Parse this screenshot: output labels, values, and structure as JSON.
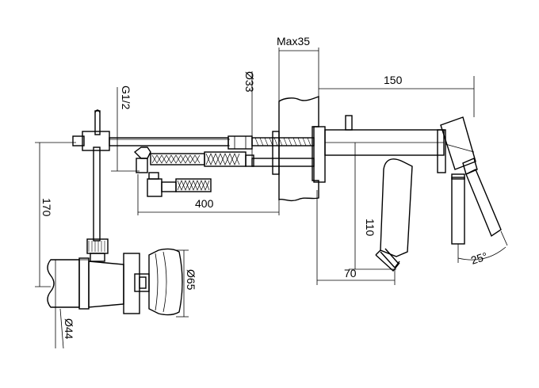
{
  "dimensions": {
    "max_depth": "Max35",
    "pipe_diameter_33": "Ø33",
    "thread": "G1/2",
    "spout_length": "150",
    "height_170": "170",
    "hose_length": "400",
    "spout_height": "110",
    "spout_offset": "70",
    "lever_angle": "25°",
    "valve_diameter": "Ø65",
    "pipe_diameter_44": "Ø44"
  }
}
